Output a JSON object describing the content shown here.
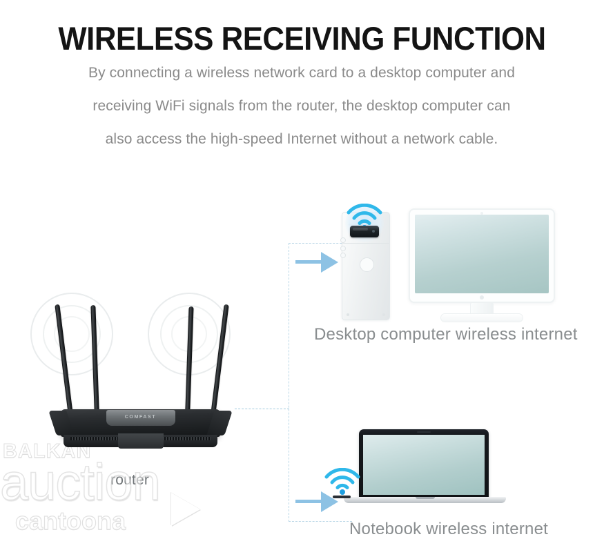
{
  "header": {
    "title": "WIRELESS RECEIVING FUNCTION",
    "paragraph_lines": [
      "By connecting a wireless network card to a desktop computer and",
      "receiving WiFi signals from the router, the desktop computer can",
      "also access the high-speed Internet without a network cable."
    ]
  },
  "diagram": {
    "router": {
      "label": "router",
      "brand_text": "COMFAST",
      "antenna_count": 4,
      "signal_rings": 3
    },
    "desktop": {
      "caption": "Desktop computer wireless internet",
      "adapter_name": "usb-wifi-adapter",
      "signal_bars": 3
    },
    "notebook": {
      "caption": "Notebook wireless internet",
      "signal_bars": 3
    },
    "connector": {
      "style": "dashed",
      "arrow_count": 2
    }
  },
  "watermark": {
    "line1": "BALKAN",
    "line2": "auction",
    "line3": "cantoona",
    "icon": "play-triangle-icon"
  },
  "colors": {
    "title": "#141414",
    "body_text": "#8a8a8a",
    "caption": "#898d8f",
    "arrow_blue": "#8dc2e4",
    "dashed_line": "#b9d6e6",
    "wifi_signal": "#29b6e8",
    "screen_top": "#e3eef0",
    "screen_bottom": "#a6c5c3",
    "router_black": "#1d2022",
    "background": "#ffffff"
  }
}
